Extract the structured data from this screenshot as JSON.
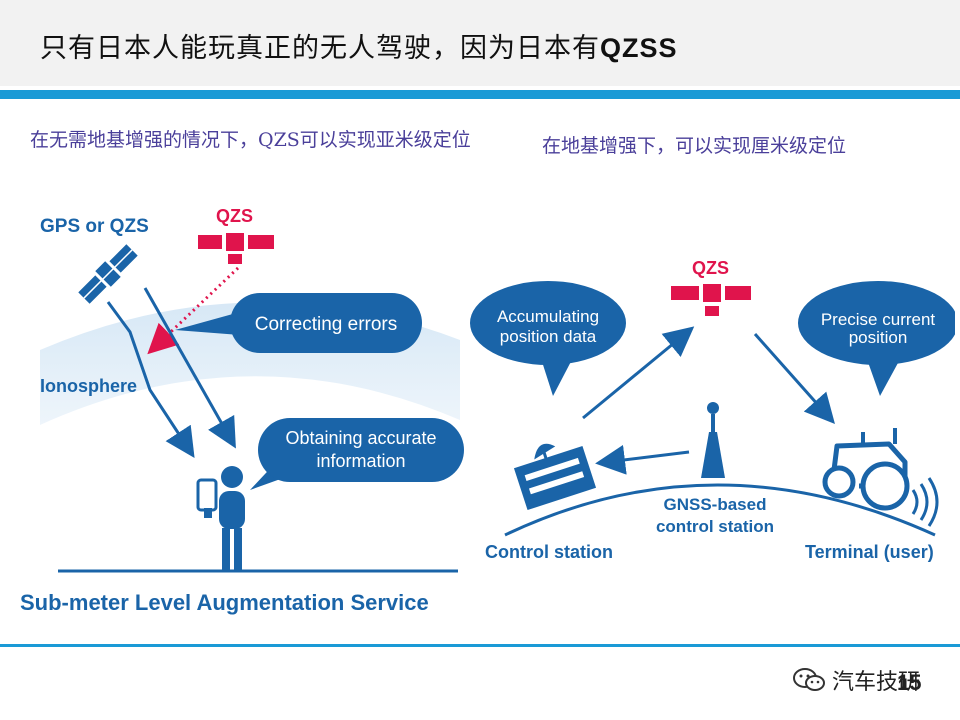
{
  "slide": {
    "title": "只有日本人能玩真正的无人驾驶，因为日本有",
    "title_bold": "QZSS",
    "page_number": "15"
  },
  "left": {
    "caption": "在无需地基增强的情况下，QZS可以实现亚米级定位",
    "labels": {
      "gps": "GPS or QZS",
      "qzs": "QZS",
      "correcting": "Correcting errors",
      "ionosphere": "Ionosphere",
      "obtaining_line1": "Obtaining accurate",
      "obtaining_line2": "information",
      "service": "Sub-meter Level Augmentation Service"
    }
  },
  "right": {
    "caption": "在地基增强下，可以实现厘米级定位",
    "labels": {
      "qzs": "QZS",
      "accumulating_line1": "Accumulating",
      "accumulating_line2": "position data",
      "precise_line1": "Precise current",
      "precise_line2": "position",
      "gnss_line1": "GNSS-based",
      "gnss_line2": "control station",
      "control": "Control station",
      "terminal": "Terminal (user)"
    }
  },
  "footer": {
    "brand": "汽车技研"
  },
  "colors": {
    "accent": "#1a9ad6",
    "diagram_blue": "#1a64a8",
    "qzs_red": "#e0144c",
    "caption_purple": "#4a3f9a"
  }
}
